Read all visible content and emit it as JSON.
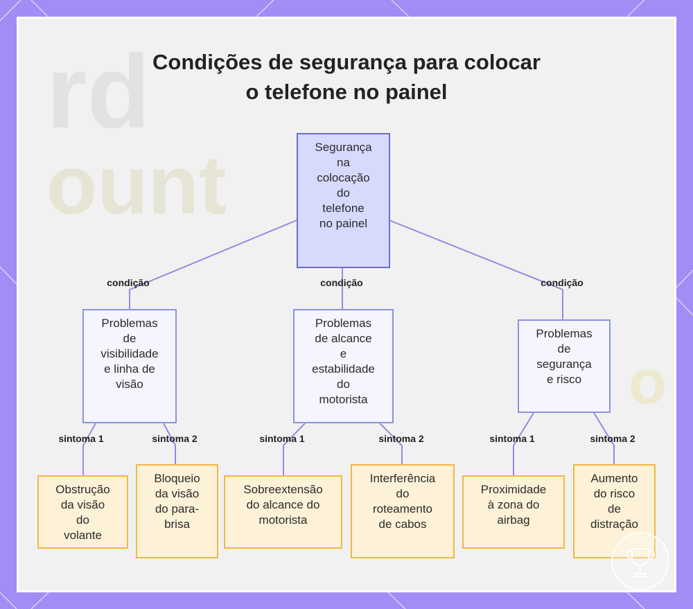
{
  "title": {
    "line1": "Condições de segurança para colocar",
    "line2": "o telefone no painel"
  },
  "background_text": {
    "line1": "rd",
    "line2": "ount",
    "line3": "o"
  },
  "colors": {
    "frame_purple": "#a48cf5",
    "edge": "#9b87e0",
    "root_fill": "#d7dafd",
    "mid_fill": "#f4f5fd",
    "leaf_fill": "#fdf1d7",
    "leaf_border": "#f0b845"
  },
  "root": {
    "lines": [
      "Segurança",
      "na",
      "colocação",
      "do",
      "telefone",
      "no painel"
    ]
  },
  "edge_labels": {
    "condition": "condição",
    "symptom1": "sintoma 1",
    "symptom2": "sintoma 2"
  },
  "conditions": [
    {
      "lines": [
        "Problemas",
        "de",
        "visibilidade",
        "e linha de",
        "visão"
      ],
      "symptoms": [
        {
          "lines": [
            "Obstrução",
            "da visão",
            "do",
            "volante"
          ]
        },
        {
          "lines": [
            "Bloqueio",
            "da visão",
            "do para-",
            "brisa"
          ]
        }
      ]
    },
    {
      "lines": [
        "Problemas",
        "de alcance",
        "e",
        "estabilidade",
        "do",
        "motorista"
      ],
      "symptoms": [
        {
          "lines": [
            "Sobreextensão",
            "do alcance do",
            "motorista"
          ]
        },
        {
          "lines": [
            "Interferência",
            "do",
            "roteamento",
            "de cabos"
          ]
        }
      ]
    },
    {
      "lines": [
        "Problemas",
        "de",
        "segurança",
        "e risco"
      ],
      "symptoms": [
        {
          "lines": [
            "Proximidade",
            "à zona do",
            "airbag"
          ]
        },
        {
          "lines": [
            "Aumento",
            "do risco",
            "de",
            "distração"
          ]
        }
      ]
    }
  ]
}
